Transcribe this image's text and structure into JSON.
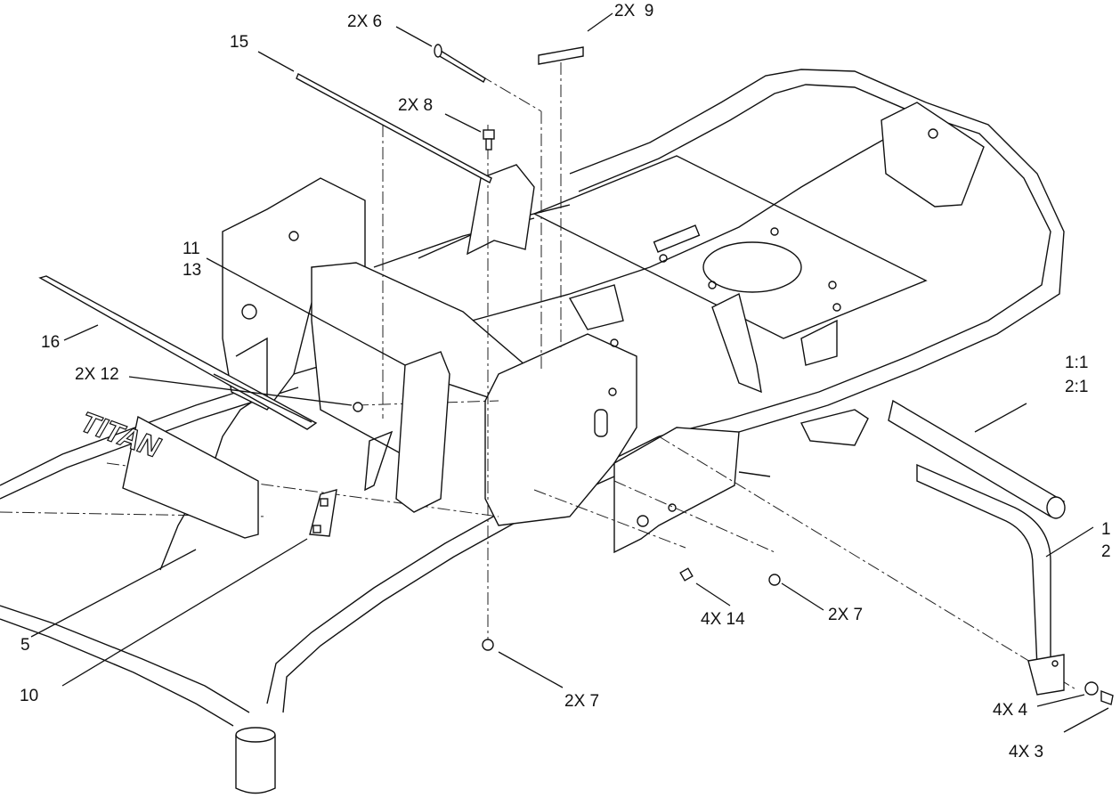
{
  "diagram": {
    "decal_text": "TITAN",
    "callouts": [
      {
        "id": "c6",
        "text": "2X 6"
      },
      {
        "id": "c9",
        "text": "2X  9"
      },
      {
        "id": "c15",
        "text": "15"
      },
      {
        "id": "c8",
        "text": "2X 8"
      },
      {
        "id": "c11",
        "text": "11"
      },
      {
        "id": "c13",
        "text": "13"
      },
      {
        "id": "c16",
        "text": "16"
      },
      {
        "id": "c12",
        "text": "2X 12"
      },
      {
        "id": "c1_1",
        "text": "1:1"
      },
      {
        "id": "c2_1",
        "text": "2:1"
      },
      {
        "id": "c1",
        "text": "1"
      },
      {
        "id": "c2",
        "text": "2"
      },
      {
        "id": "c5",
        "text": "5"
      },
      {
        "id": "c10",
        "text": "10"
      },
      {
        "id": "c14",
        "text": "4X 14"
      },
      {
        "id": "c7a",
        "text": "2X 7"
      },
      {
        "id": "c7b",
        "text": "2X 7"
      },
      {
        "id": "c4",
        "text": "4X 4"
      },
      {
        "id": "c3",
        "text": "4X 3"
      }
    ]
  }
}
